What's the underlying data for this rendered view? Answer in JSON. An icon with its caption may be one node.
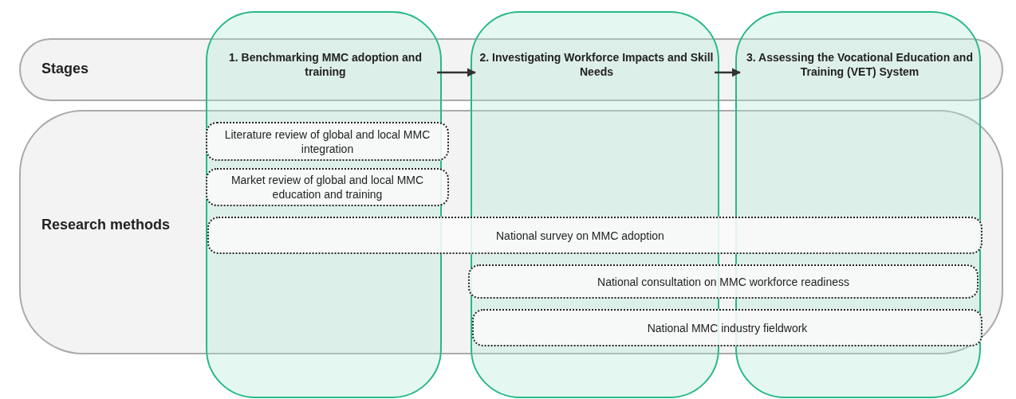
{
  "diagram": {
    "nodes": [
      {
        "text": [],
        "shape": "box"
      },
      {
        "text": [
          "1. Benchmarking MMC adoption and training"
        ],
        "in": 0
      },
      {
        "text": [],
        "shape": "box"
      },
      {
        "text": [
          "2. Investigating Workforce Impacts and Skill Needs"
        ],
        "in": 2
      },
      {
        "text": [],
        "shape": "box"
      },
      {
        "text": [
          "3. Assessing the Vocational Education and Training (VET) System"
        ],
        "in": 4
      },
      {
        "text": [
          "Research methods"
        ]
      },
      {
        "text": [
          "Literature review of global and local MMC integration"
        ]
      },
      {
        "text": [
          "Market review of global and local MMC education and training"
        ]
      },
      {
        "text": [
          "National survey on MMC adoption"
        ],
        "in": 6
      },
      {
        "text": [
          "National consultation on MMC workforce readiness"
        ],
        "in": 6
      },
      {
        "text": [
          "National MMC industry fieldwork"
        ],
        "in": 6
      }
    ],
    "edges": [
      {
        "from": 1,
        "to": 3,
        "arrow": "to"
      },
      {
        "from": 3,
        "to": 5,
        "arrow": "to"
      }
    ],
    "labels": [
      "Stages"
    ]
  }
}
